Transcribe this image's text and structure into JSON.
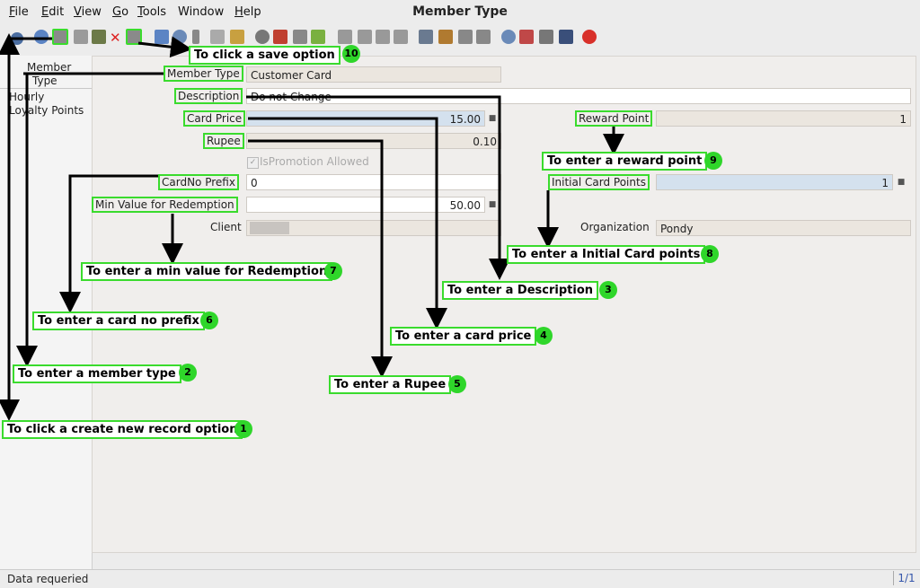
{
  "window": {
    "title": "Member Type"
  },
  "menu": [
    {
      "label": "File",
      "ul": "F",
      "rest": "ile"
    },
    {
      "label": "Edit",
      "ul": "E",
      "rest": "dit"
    },
    {
      "label": "View",
      "ul": "V",
      "rest": "iew"
    },
    {
      "label": "Go",
      "ul": "G",
      "rest": "o"
    },
    {
      "label": "Tools",
      "ul": "T",
      "rest": "ools"
    },
    {
      "label": "Window",
      "ul": "",
      "rest": "Window"
    },
    {
      "label": "Help",
      "ul": "H",
      "rest": "elp"
    }
  ],
  "toolbar": {
    "icons": [
      "back-icon",
      "help-icon",
      "new-record-icon",
      "copy-icon",
      "delete-icon",
      "cancel-icon",
      "save-icon",
      "refresh-icon",
      "find-icon",
      "attachment-icon",
      "multi-icon",
      "history-icon",
      "home-icon",
      "parent-icon",
      "previous-icon",
      "next-icon",
      "first-icon",
      "up-icon",
      "down-icon",
      "last-icon",
      "report-icon",
      "archive-icon",
      "print-icon",
      "print-preview-icon",
      "zoom-across-icon",
      "workflow-icon",
      "product-info-icon",
      "lock-icon",
      "end-icon"
    ]
  },
  "left_list": {
    "header_line1": "Member",
    "header_line2": "Type",
    "items": [
      "Hourly",
      "Loyalty Points"
    ]
  },
  "form": {
    "member_type": {
      "label": "Member Type",
      "value": "Customer Card"
    },
    "description": {
      "label": "Description",
      "value": "Do not Change"
    },
    "card_price": {
      "label": "Card Price",
      "value": "15.00"
    },
    "reward_point": {
      "label": "Reward Point",
      "value": "1"
    },
    "rupee": {
      "label": "Rupee",
      "value": "0.10"
    },
    "is_promotion": {
      "label": "IsPromotion Allowed",
      "checked": true
    },
    "cardno_prefix": {
      "label": "CardNo Prefix",
      "value": "0"
    },
    "initial_card_points": {
      "label": "Initial Card Points",
      "value": "1"
    },
    "min_value": {
      "label": "Min Value for Redemption",
      "value": "50.00"
    },
    "client": {
      "label": "Client",
      "value": ""
    },
    "organization": {
      "label": "Organization",
      "value": "Pondy"
    }
  },
  "annotations": [
    {
      "num": "1",
      "text": "To click a create new record option"
    },
    {
      "num": "2",
      "text": "To enter a member type"
    },
    {
      "num": "3",
      "text": "To enter a Description"
    },
    {
      "num": "4",
      "text": "To enter a card price"
    },
    {
      "num": "5",
      "text": "To enter a Rupee"
    },
    {
      "num": "6",
      "text": "To enter a card no prefix"
    },
    {
      "num": "7",
      "text": "To enter a min value for Redemption"
    },
    {
      "num": "8",
      "text": "To enter a Initial Card points"
    },
    {
      "num": "9",
      "text": "To enter a reward point"
    },
    {
      "num": "10",
      "text": "To click a save option"
    }
  ],
  "status": {
    "message": "Data requeried",
    "record": "1/1"
  },
  "colors": {
    "annotation": "#3adb2d",
    "badge": "#2fd62a",
    "arrow": "#000000"
  }
}
